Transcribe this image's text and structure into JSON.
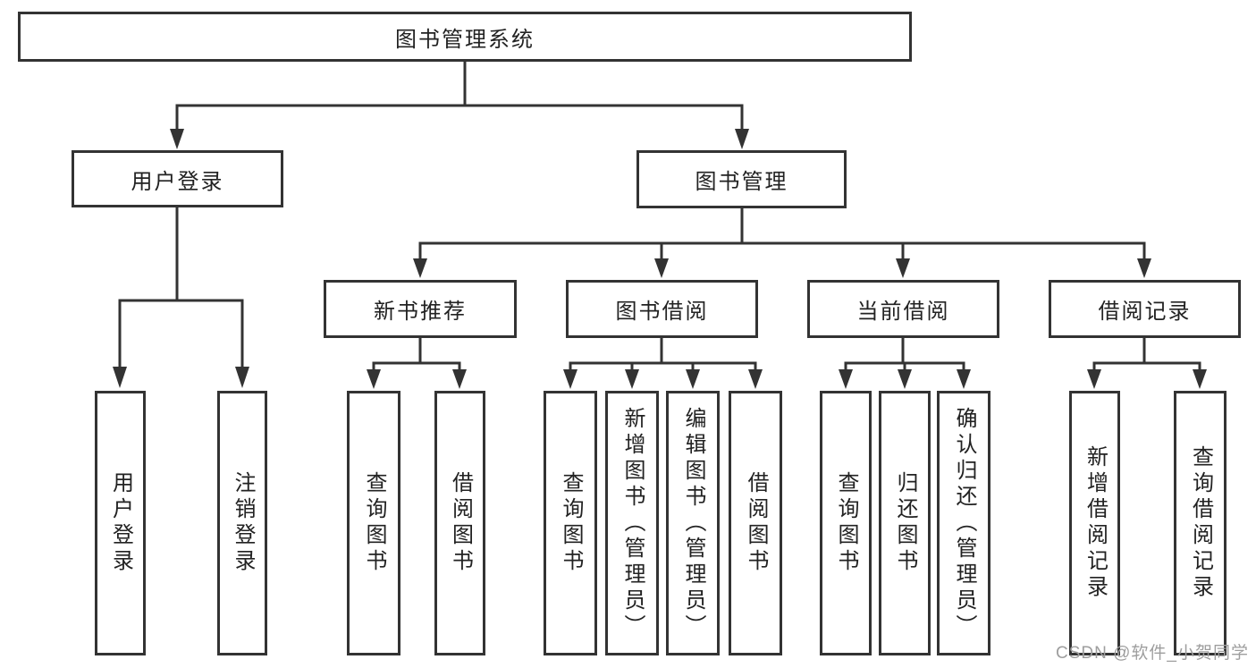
{
  "tree": {
    "root": "图书管理系统",
    "branches": [
      {
        "label": "用户登录",
        "children": [
          "用户登录",
          "注销登录"
        ]
      },
      {
        "label": "图书管理",
        "groups": [
          {
            "label": "新书推荐",
            "children": [
              "查询图书",
              "借阅图书"
            ]
          },
          {
            "label": "图书借阅",
            "children": [
              "查询图书",
              "新增图书（管理员）",
              "编辑图书（管理员）",
              "借阅图书"
            ]
          },
          {
            "label": "当前借阅",
            "children": [
              "查询图书",
              "归还图书",
              "确认归还（管理员）"
            ]
          },
          {
            "label": "借阅记录",
            "children": [
              "新增借阅记录",
              "查询借阅记录"
            ]
          }
        ]
      }
    ]
  },
  "watermark": "CSDN @软件_小贺同学",
  "colors": {
    "line": "#333333",
    "text": "#222222",
    "watermark": "#9e9e9e",
    "background": "#ffffff"
  }
}
